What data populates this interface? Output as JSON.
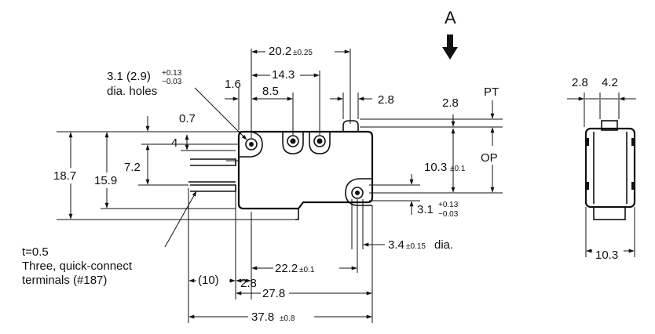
{
  "view_label": "A",
  "dims": {
    "d_20_2": "20.2",
    "d_20_2_tol": "±0.25",
    "d_14_3": "14.3",
    "d_8_5": "8.5",
    "d_1_6": "1.6",
    "d_2_8_top": "2.8",
    "d_2_8_right": "2.8",
    "d_0_7": "0.7",
    "d_4": "4",
    "d_7_2": "7.2",
    "d_18_7": "18.7",
    "d_15_9": "15.9",
    "d_10_3": "10.3",
    "d_10_3_tol": "±0.1",
    "d_3_1": "3.1",
    "d_3_1_tol_upper": "+0.13",
    "d_3_1_tol_lower": "−0.03",
    "d_3_4": "3.4",
    "d_3_4_tol": "±0.15",
    "d_3_4_suffix": "dia.",
    "d_22_2": "22.2",
    "d_22_2_tol": "±0.1",
    "d_10_paren": "(10)",
    "d_2_8_bottom": "2.8",
    "d_27_8": "27.8",
    "d_37_8": "37.8",
    "d_37_8_tol": "±0.8",
    "side_2_8": "2.8",
    "side_4_2": "4.2",
    "side_10_3": "10.3"
  },
  "holes_note": {
    "line1_main": "3.1 (2.9)",
    "tol_upper": "+0.13",
    "tol_lower": "−0.03",
    "line2": "dia. holes"
  },
  "labels": {
    "pt": "PT",
    "op": "OP"
  },
  "terminal_note": {
    "line1": "t=0.5",
    "line2": "Three, quick-connect",
    "line3": "terminals (#187)"
  }
}
